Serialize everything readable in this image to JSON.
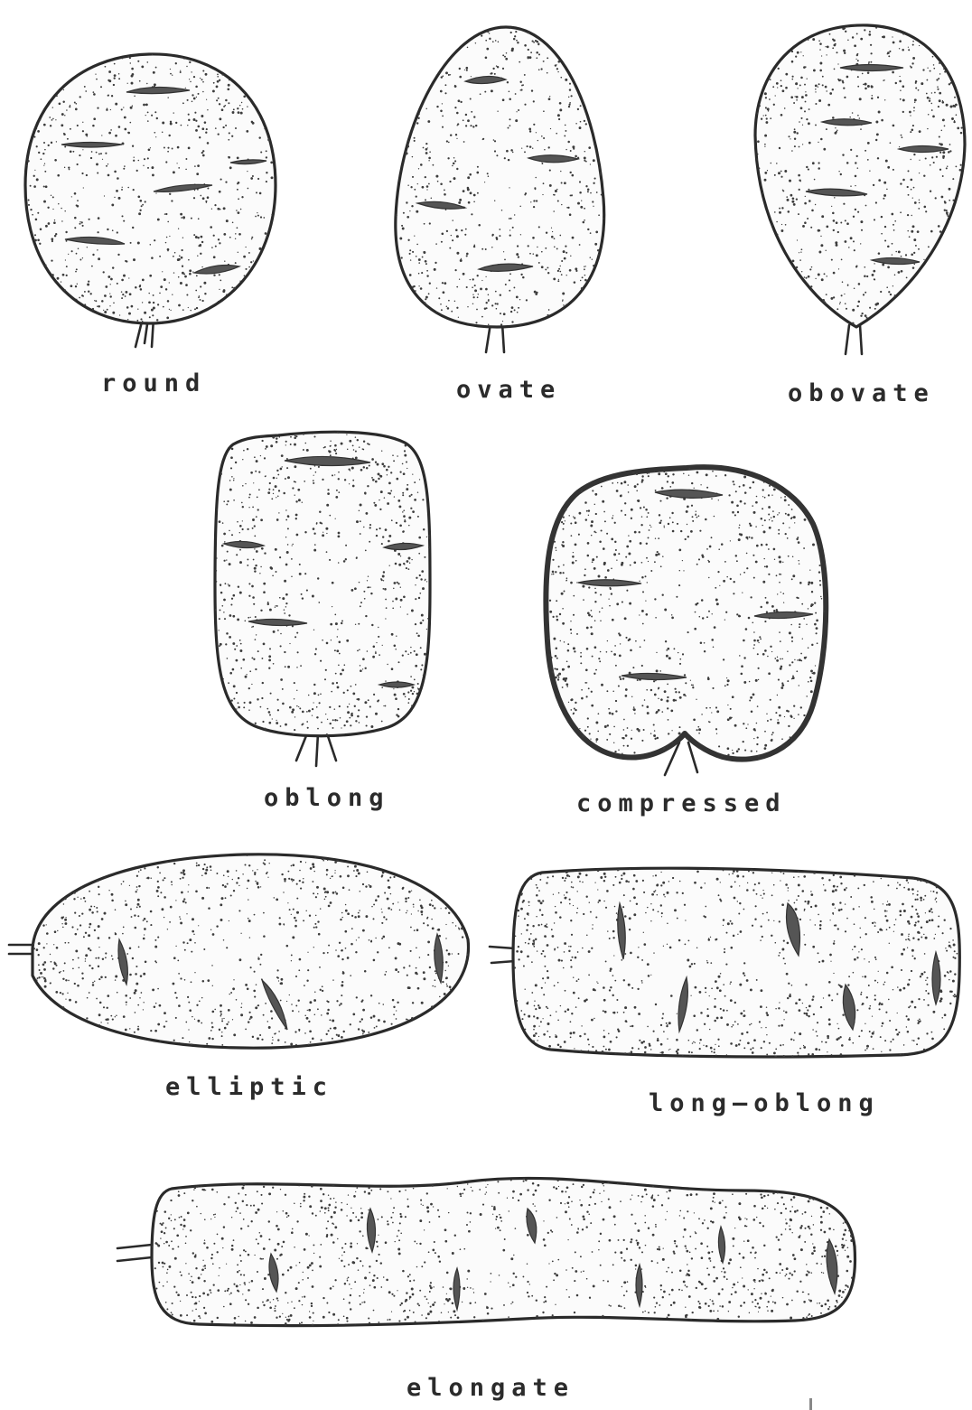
{
  "labels": {
    "round": "round",
    "ovate": "ovate",
    "obovate": "obovate",
    "oblong": "oblong",
    "compressed": "compressed",
    "elliptic": "elliptic",
    "long_oblong": "long–oblong",
    "elongate": "elongate"
  }
}
